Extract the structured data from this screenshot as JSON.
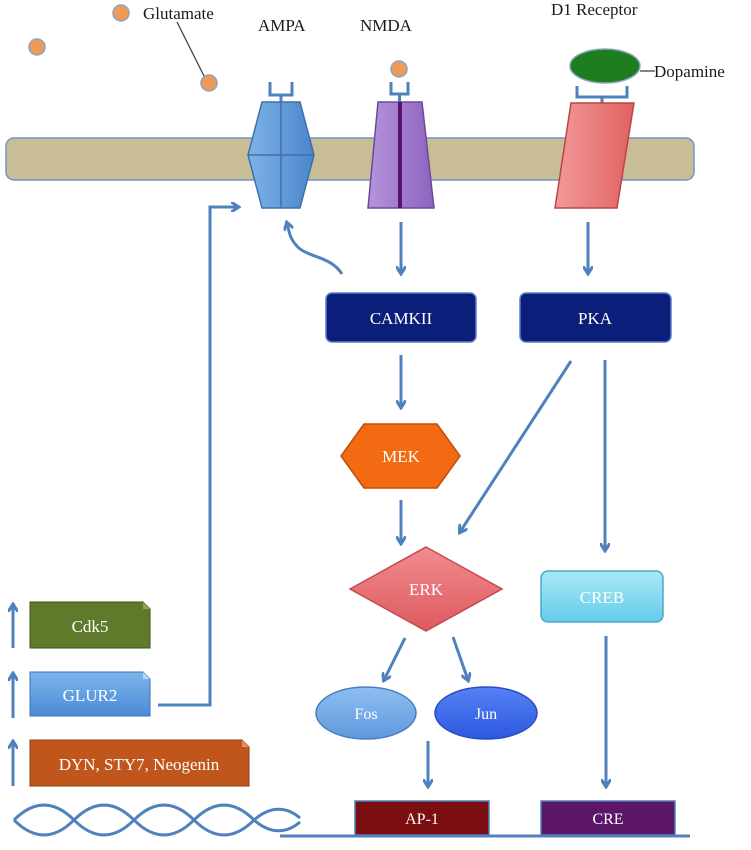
{
  "labels": {
    "glutamate": "Glutamate",
    "ampa": "AMPA",
    "nmda": "NMDA",
    "d1_receptor": "D1 Receptor",
    "dopamine": "Dopamine"
  },
  "nodes": {
    "camkii": "CAMKII",
    "pka": "PKA",
    "mek": "MEK",
    "erk": "ERK",
    "creb": "CREB",
    "fos": "Fos",
    "jun": "Jun",
    "ap1": "AP-1",
    "cre": "CRE",
    "cdk5": "Cdk5",
    "glur2": "GLUR2",
    "dyn": "DYN, STY7, Neogenin"
  },
  "colors": {
    "membrane": "#c9bd96",
    "ampa": "#5b9bd5",
    "nmda": "#9b72c4",
    "d1": "#e46c6c",
    "dopamine": "#1e7d1e",
    "glutamate": "#f09a55",
    "navy_box": "#0b1f7a",
    "mek": "#f26a12",
    "erk": "#e56b70",
    "creb": "#7fd6ee",
    "fos": "#6fa8e6",
    "jun": "#3a66ec",
    "ap1": "#7a0e10",
    "cre": "#5c1668",
    "cdk5": "#5e7a2a",
    "glur2": "#5a9ee0",
    "dyn": "#c0561b",
    "arrow": "#4f81bd"
  },
  "icons": [
    "glutamate-dot-icon",
    "up-arrow-icon",
    "dna-helix-icon"
  ]
}
